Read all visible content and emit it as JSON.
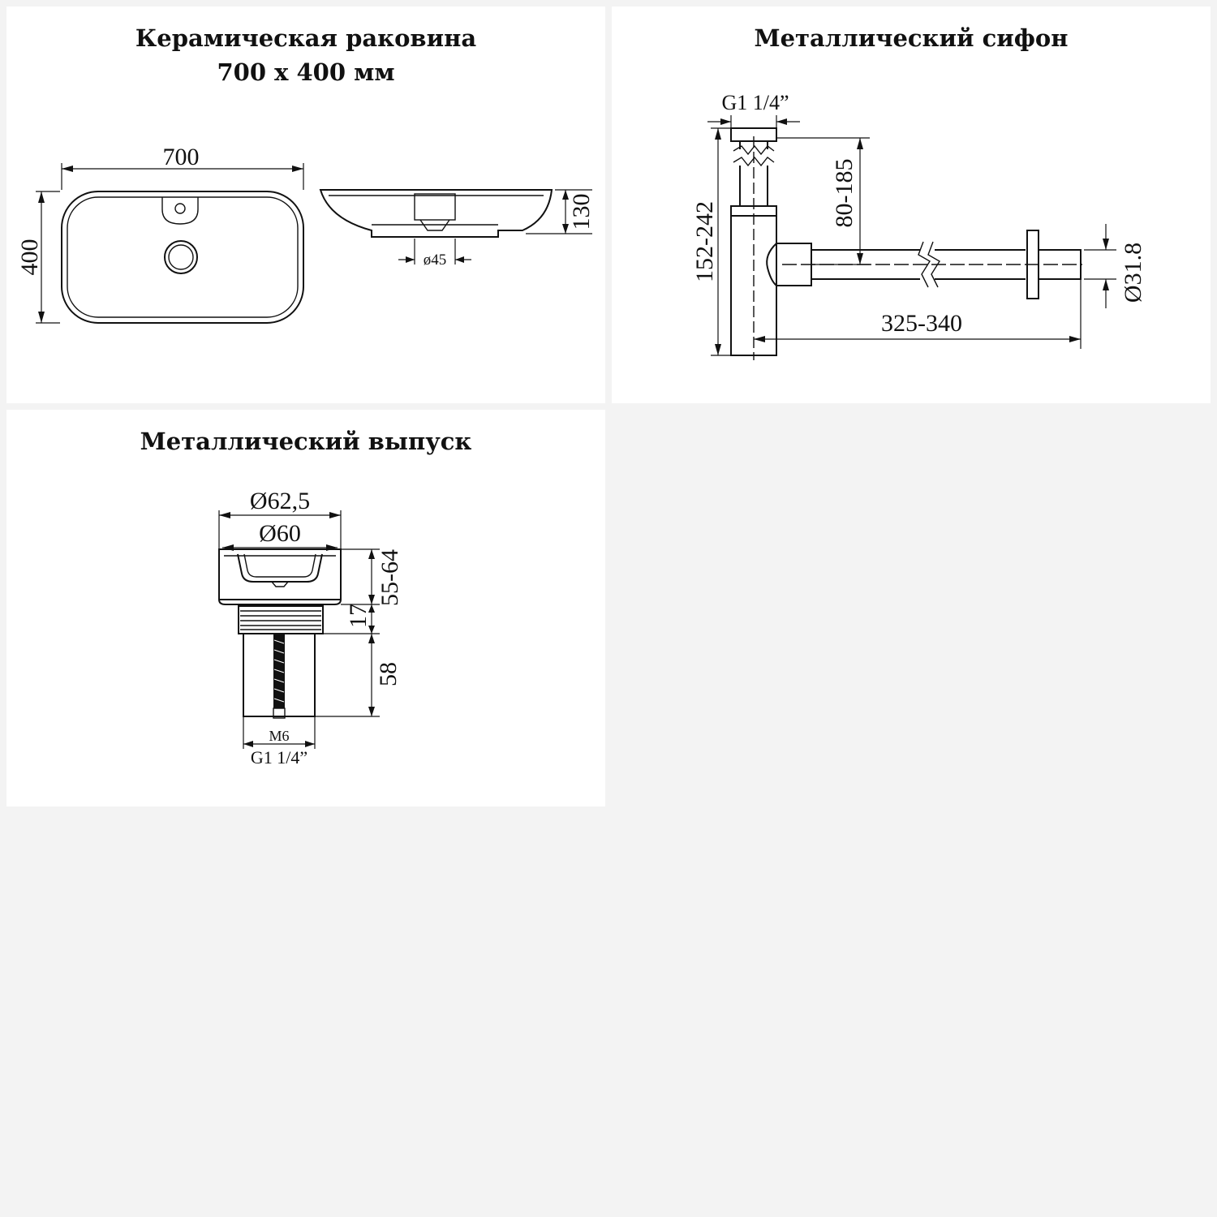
{
  "colors": {
    "background": "#f3f3f3",
    "panel": "#ffffff",
    "ink": "#111111"
  },
  "sink": {
    "title_line1": "Керамическая раковина",
    "title_line2": "700 х 400 мм",
    "dim_width": "700",
    "dim_depth": "400",
    "dim_height": "130",
    "dim_drain": "ø45"
  },
  "siphon": {
    "title": "Металлический сифон",
    "dim_thread": "G1 1/4”",
    "dim_height_range": "152-242",
    "dim_inlet_range": "80-185",
    "dim_length_range": "325-340",
    "dim_pipe_diameter": "Ø31.8"
  },
  "drain": {
    "title": "Металлический выпуск",
    "dim_outer_diameter": "Ø62,5",
    "dim_inner_diameter": "Ø60",
    "dim_depth_range": "55-64",
    "dim_17": "17",
    "dim_58": "58",
    "dim_bolt": "M6",
    "dim_thread": "G1 1/4”"
  }
}
